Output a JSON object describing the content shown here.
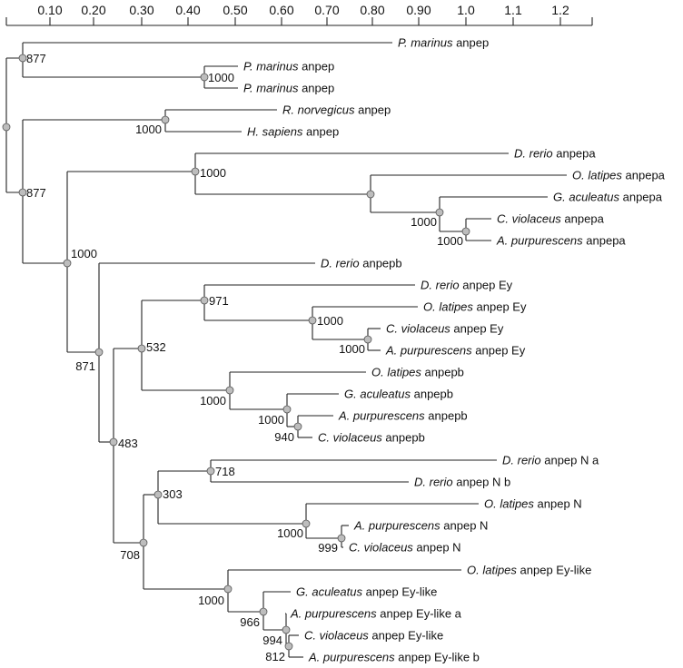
{
  "scale_axis": {
    "ticks": [
      "0.10",
      "0.20",
      "0.30",
      "0.40",
      "0.50",
      "0.60",
      "0.70",
      "0.80",
      "0.90",
      "1.0",
      "1.1",
      "1.2"
    ]
  },
  "leaves": [
    {
      "species": "P. marinus",
      "gene": "anpep"
    },
    {
      "species": "P. marinus",
      "gene": "anpep"
    },
    {
      "species": "P. marinus",
      "gene": "anpep"
    },
    {
      "species": "R. norvegicus",
      "gene": "anpep"
    },
    {
      "species": "H. sapiens",
      "gene": "anpep"
    },
    {
      "species": "D. rerio",
      "gene": "anpepa"
    },
    {
      "species": "O. latipes",
      "gene": "anpepa"
    },
    {
      "species": "G. aculeatus",
      "gene": "anpepa"
    },
    {
      "species": "C. violaceus",
      "gene": "anpepa"
    },
    {
      "species": "A. purpurescens",
      "gene": "anpepa"
    },
    {
      "species": "D. rerio",
      "gene": "anpepb"
    },
    {
      "species": "D. rerio",
      "gene": "anpep Ey"
    },
    {
      "species": "O. latipes",
      "gene": "anpep Ey"
    },
    {
      "species": "C. violaceus",
      "gene": "anpep Ey"
    },
    {
      "species": "A. purpurescens",
      "gene": "anpep Ey"
    },
    {
      "species": "O. latipes",
      "gene": "anpepb"
    },
    {
      "species": "G. aculeatus",
      "gene": "anpepb"
    },
    {
      "species": "A. purpurescens",
      "gene": "anpepb"
    },
    {
      "species": "C. violaceus",
      "gene": "anpepb"
    },
    {
      "species": "D. rerio",
      "gene": "anpep N a"
    },
    {
      "species": "D. rerio",
      "gene": "anpep N b"
    },
    {
      "species": "O. latipes",
      "gene": "anpep N"
    },
    {
      "species": "A. purpurescens",
      "gene": "anpep N"
    },
    {
      "species": "C. violaceus",
      "gene": "anpep N"
    },
    {
      "species": "O. latipes",
      "gene": "anpep Ey-like"
    },
    {
      "species": "G. aculeatus",
      "gene": "anpep Ey-like"
    },
    {
      "species": "A. purpurescens",
      "gene": "anpep Ey-like a"
    },
    {
      "species": "C. violaceus",
      "gene": "anpep Ey-like"
    },
    {
      "species": "A. purpurescens",
      "gene": "anpep Ey-like b"
    }
  ],
  "bootstrap": [
    "877",
    "1000",
    "1000",
    "877",
    "1000",
    "1000",
    "1000",
    "1000",
    "871",
    "532",
    "971",
    "1000",
    "1000",
    "1000",
    "1000",
    "940",
    "483",
    "303",
    "718",
    "1000",
    "999",
    "708",
    "1000",
    "966",
    "994",
    "812"
  ]
}
